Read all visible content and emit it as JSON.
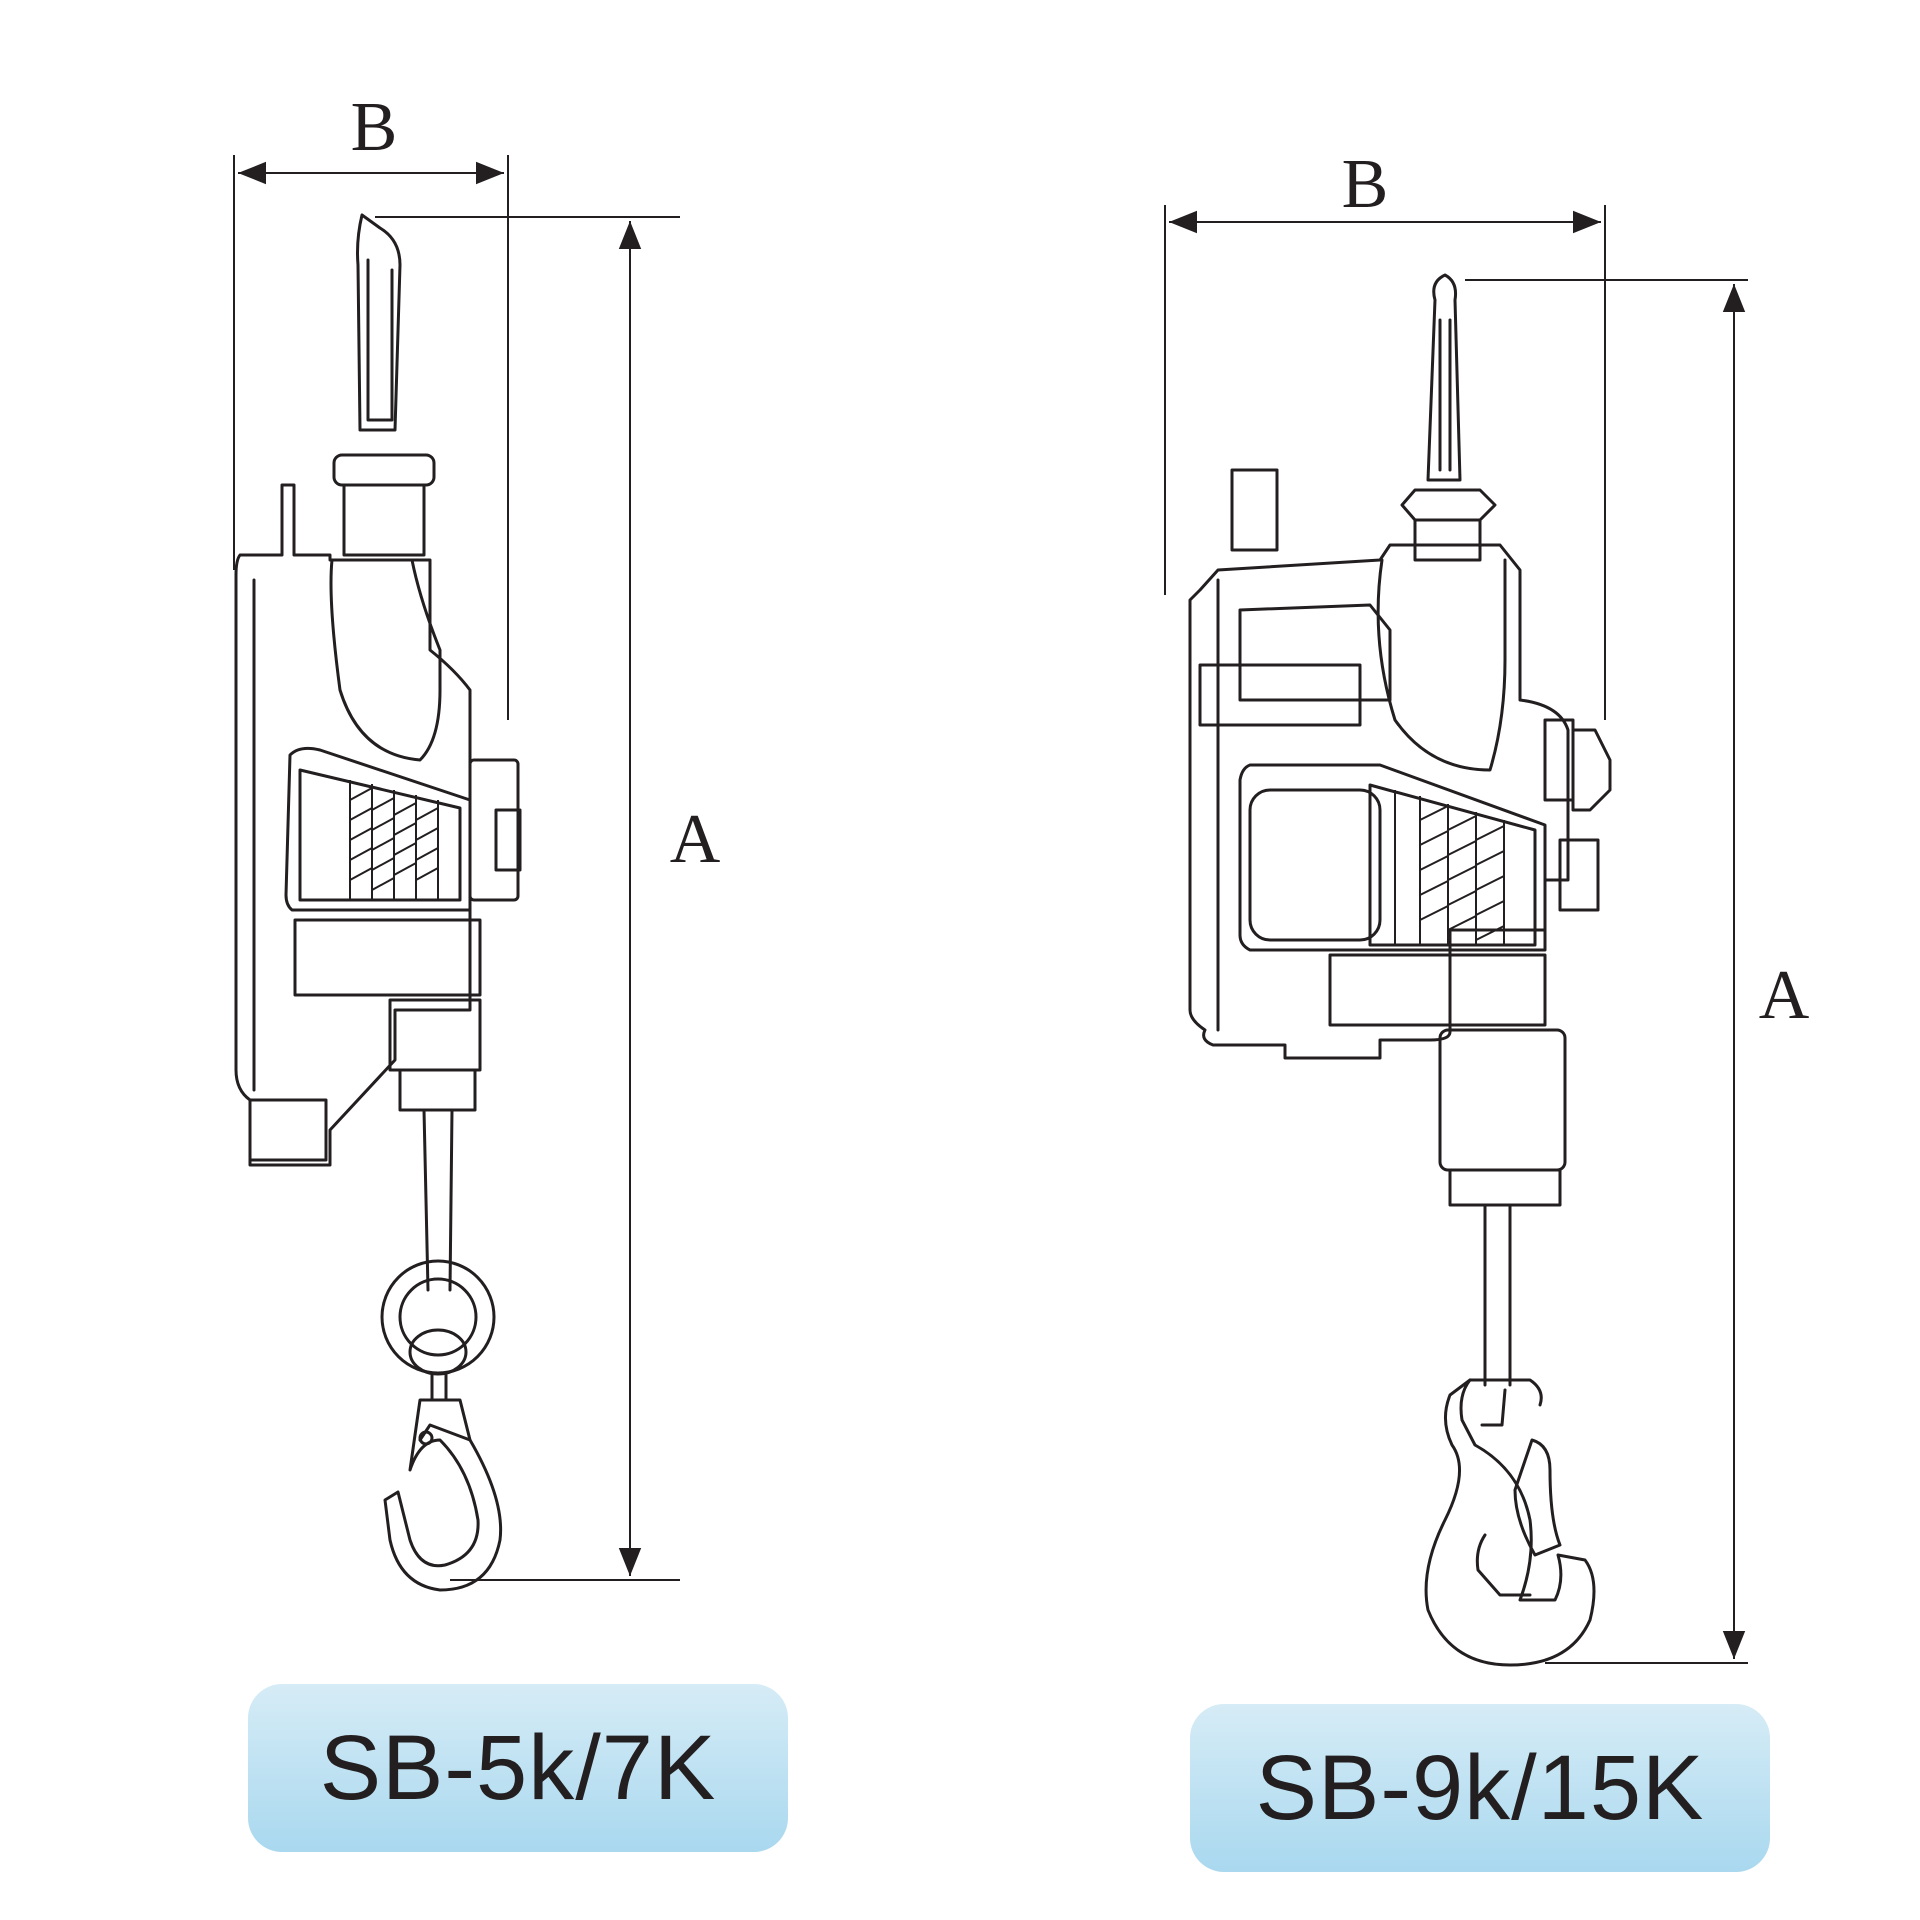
{
  "models": [
    {
      "label": "SB-5k/7K",
      "dim_width": "B",
      "dim_height": "A"
    },
    {
      "label": "SB-9k/15K",
      "dim_width": "B",
      "dim_height": "A"
    }
  ],
  "colors": {
    "line": "#231f20",
    "label_bg_top": "#d6ecf6",
    "label_bg_bottom": "#a9d8ef"
  }
}
